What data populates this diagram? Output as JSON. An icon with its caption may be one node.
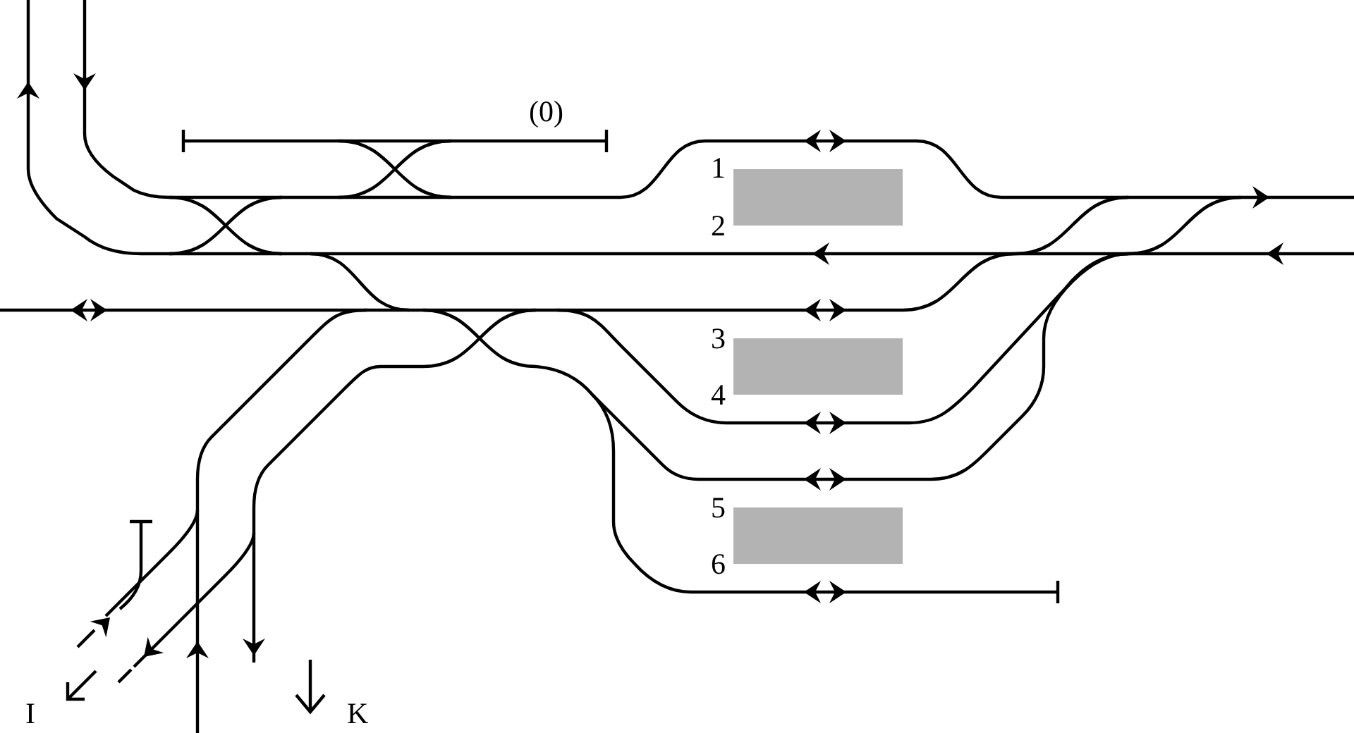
{
  "diagram": {
    "labels": [
      "(0)",
      "1",
      "2",
      "3",
      "4",
      "5",
      "6",
      "I",
      "K"
    ]
  }
}
